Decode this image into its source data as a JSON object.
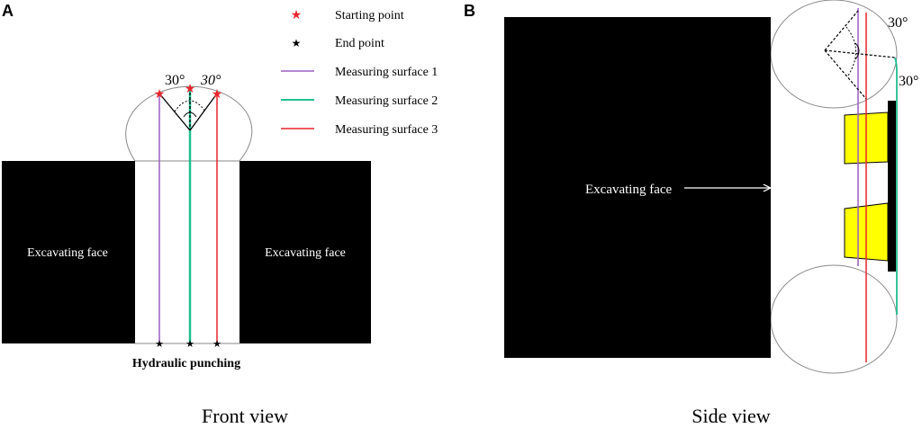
{
  "panels": {
    "a": {
      "letter": "A",
      "caption": "Front view"
    },
    "b": {
      "letter": "B",
      "caption": "Side view"
    }
  },
  "front": {
    "left_face_label": "Excavating face",
    "right_face_label": "Excavating face",
    "bottom_label": "Hydraulic punching",
    "angle_left": "30°",
    "angle_right": "30°"
  },
  "side": {
    "face_label": "Excavating face",
    "angle_top": "30°",
    "angle_right": "30°"
  },
  "legend": {
    "start": "Starting point",
    "end": "End point",
    "s1": "Measuring surface 1",
    "s2": "Measuring surface 2",
    "s3": "Measuring surface 3"
  },
  "colors": {
    "surface1": "#9b5fc0",
    "surface2": "#1fbf8f",
    "surface3": "#e8252b",
    "start": "#e8252b",
    "end": "#000000",
    "fill_black": "#000000",
    "fill_yellow": "#ffff00"
  }
}
